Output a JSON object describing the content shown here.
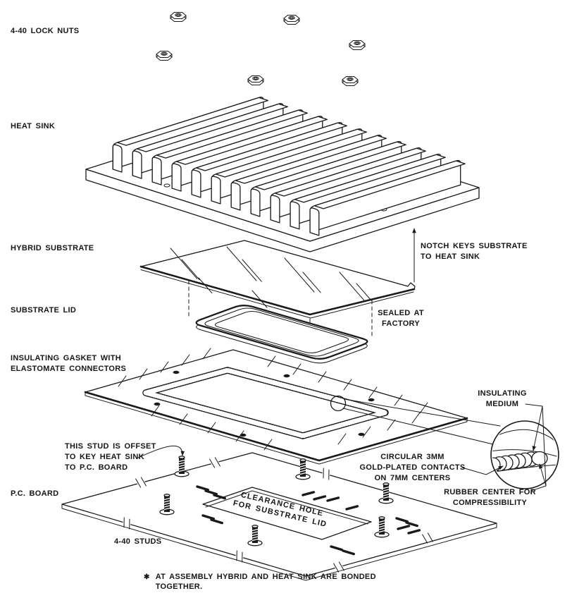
{
  "diagram": {
    "kind": "exploded assembly drawing",
    "ink_color": "#1a1a1a",
    "paper_color": "#ffffff"
  },
  "part_labels": {
    "lock_nuts": "4-40 LOCK NUTS",
    "heat_sink": "HEAT SINK",
    "hybrid_substrate": "HYBRID SUBSTRATE",
    "substrate_lid": "SUBSTRATE LID",
    "insulating_gasket": "INSULATING GASKET WITH\nELASTOMATE CONNECTORS",
    "pc_board": "P.C. BOARD",
    "studs": "4-40 STUDS"
  },
  "callouts": {
    "notch_keys": "NOTCH KEYS SUBSTRATE\nTO HEAT SINK",
    "sealed_at_factory": "SEALED AT\nFACTORY",
    "insulating_medium": "INSULATING\nMEDIUM",
    "gold_contacts": "CIRCULAR 3MM\nGOLD-PLATED CONTACTS\nON 7MM CENTERS",
    "rubber_center": "RUBBER CENTER FOR\nCOMPRESSIBILITY",
    "stud_offset": "THIS STUD IS OFFSET\nTO KEY HEAT SINK\nTO P.C. BOARD",
    "clearance_hole": "CLEARANCE HOLE\nFOR SUBSTRATE LID"
  },
  "footnote": {
    "marker": "✱",
    "text": "AT ASSEMBLY HYBRID AND HEAT SINK ARE BONDED\nTOGETHER."
  },
  "quantities": {
    "lock_nuts_shown": 6,
    "studs_shown": 6
  }
}
